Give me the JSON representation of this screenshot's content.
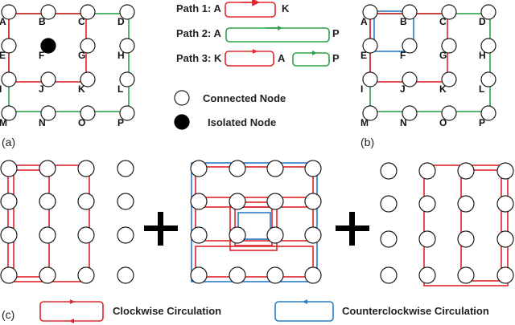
{
  "colors": {
    "red": "#e0252b",
    "green": "#2ca24a",
    "blue": "#2a79c6",
    "node_stroke": "#1a1a1a",
    "isolated_fill": "#000000"
  },
  "panel_labels": {
    "a": "(a)",
    "b": "(b)",
    "c": "(c)"
  },
  "node_labels": [
    "A",
    "B",
    "C",
    "D",
    "E",
    "F",
    "G",
    "H",
    "I",
    "J",
    "K",
    "L",
    "M",
    "N",
    "O",
    "P"
  ],
  "isolated_node": "F",
  "paths_legend": {
    "path1": {
      "label": "Path 1: A",
      "end": "K"
    },
    "path2": {
      "label": "Path 2: A",
      "end": "P"
    },
    "path3": {
      "label": "Path 3: K",
      "mid": "A",
      "end": "P"
    }
  },
  "node_legend": {
    "connected": "Connected Node",
    "isolated": "Isolated Node"
  },
  "circulation_legend": {
    "clockwise": "Clockwise Circulation",
    "counterclockwise": "Counterclockwise Circulation"
  },
  "plus_icon": "plus-icon"
}
